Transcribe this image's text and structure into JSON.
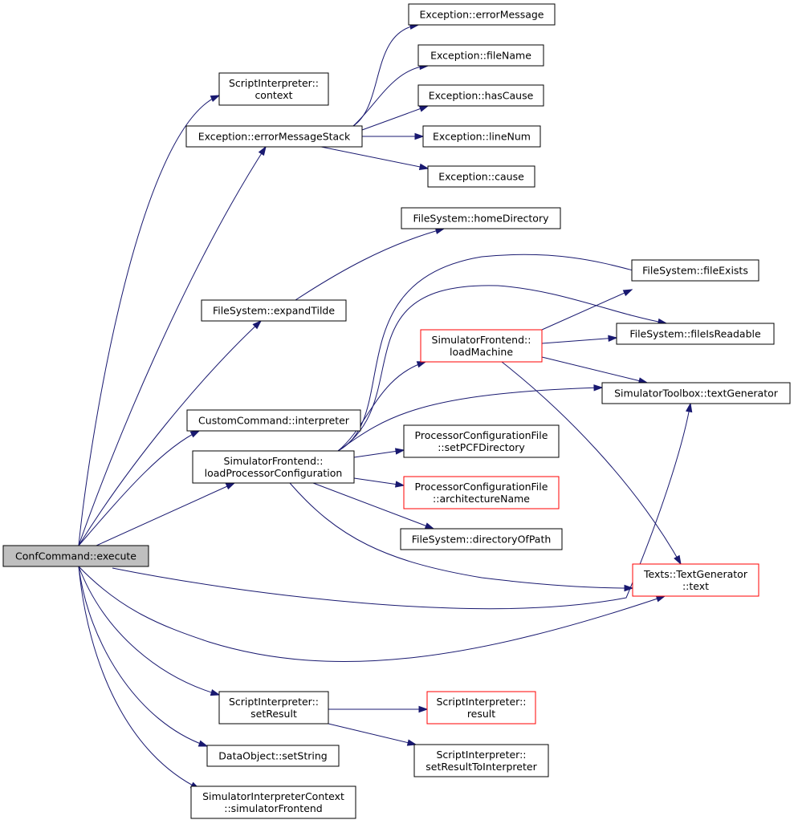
{
  "colors": {
    "edge": "#191970",
    "node_border": "#000000",
    "node_border_red": "#ff0000",
    "root_fill": "#bfbfbf"
  },
  "nodes": [
    {
      "id": "root",
      "lines": [
        "ConfCommand::execute"
      ],
      "style": "root"
    },
    {
      "id": "si_context",
      "lines": [
        "ScriptInterpreter::",
        "context"
      ],
      "style": "normal"
    },
    {
      "id": "ex_ems",
      "lines": [
        "Exception::errorMessageStack"
      ],
      "style": "normal"
    },
    {
      "id": "ex_em",
      "lines": [
        "Exception::errorMessage"
      ],
      "style": "normal"
    },
    {
      "id": "ex_fn",
      "lines": [
        "Exception::fileName"
      ],
      "style": "normal"
    },
    {
      "id": "ex_hc",
      "lines": [
        "Exception::hasCause"
      ],
      "style": "normal"
    },
    {
      "id": "ex_ln",
      "lines": [
        "Exception::lineNum"
      ],
      "style": "normal"
    },
    {
      "id": "ex_cause",
      "lines": [
        "Exception::cause"
      ],
      "style": "normal"
    },
    {
      "id": "fs_home",
      "lines": [
        "FileSystem::homeDirectory"
      ],
      "style": "normal"
    },
    {
      "id": "fs_tilde",
      "lines": [
        "FileSystem::expandTilde"
      ],
      "style": "normal"
    },
    {
      "id": "fs_exists",
      "lines": [
        "FileSystem::fileExists"
      ],
      "style": "normal"
    },
    {
      "id": "fs_readable",
      "lines": [
        "FileSystem::fileIsReadable"
      ],
      "style": "normal"
    },
    {
      "id": "sf_loadm",
      "lines": [
        "SimulatorFrontend::",
        "loadMachine"
      ],
      "style": "red"
    },
    {
      "id": "st_textgen",
      "lines": [
        "SimulatorToolbox::textGenerator"
      ],
      "style": "normal"
    },
    {
      "id": "cc_interp",
      "lines": [
        "CustomCommand::interpreter"
      ],
      "style": "normal"
    },
    {
      "id": "sf_lpc",
      "lines": [
        "SimulatorFrontend::",
        "loadProcessorConfiguration"
      ],
      "style": "normal"
    },
    {
      "id": "pcf_set",
      "lines": [
        "ProcessorConfigurationFile",
        "::setPCFDirectory"
      ],
      "style": "normal"
    },
    {
      "id": "pcf_arch",
      "lines": [
        "ProcessorConfigurationFile",
        "::architectureName"
      ],
      "style": "red"
    },
    {
      "id": "fs_dop",
      "lines": [
        "FileSystem::directoryOfPath"
      ],
      "style": "normal"
    },
    {
      "id": "tg_text",
      "lines": [
        "Texts::TextGenerator",
        "::text"
      ],
      "style": "red"
    },
    {
      "id": "si_setres",
      "lines": [
        "ScriptInterpreter::",
        "setResult"
      ],
      "style": "normal"
    },
    {
      "id": "si_result",
      "lines": [
        "ScriptInterpreter::",
        "result"
      ],
      "style": "red"
    },
    {
      "id": "si_setrti",
      "lines": [
        "ScriptInterpreter::",
        "setResultToInterpreter"
      ],
      "style": "normal"
    },
    {
      "id": "do_setstr",
      "lines": [
        "DataObject::setString"
      ],
      "style": "normal"
    },
    {
      "id": "sic_sf",
      "lines": [
        "SimulatorInterpreterContext",
        "::simulatorFrontend"
      ],
      "style": "normal"
    }
  ]
}
